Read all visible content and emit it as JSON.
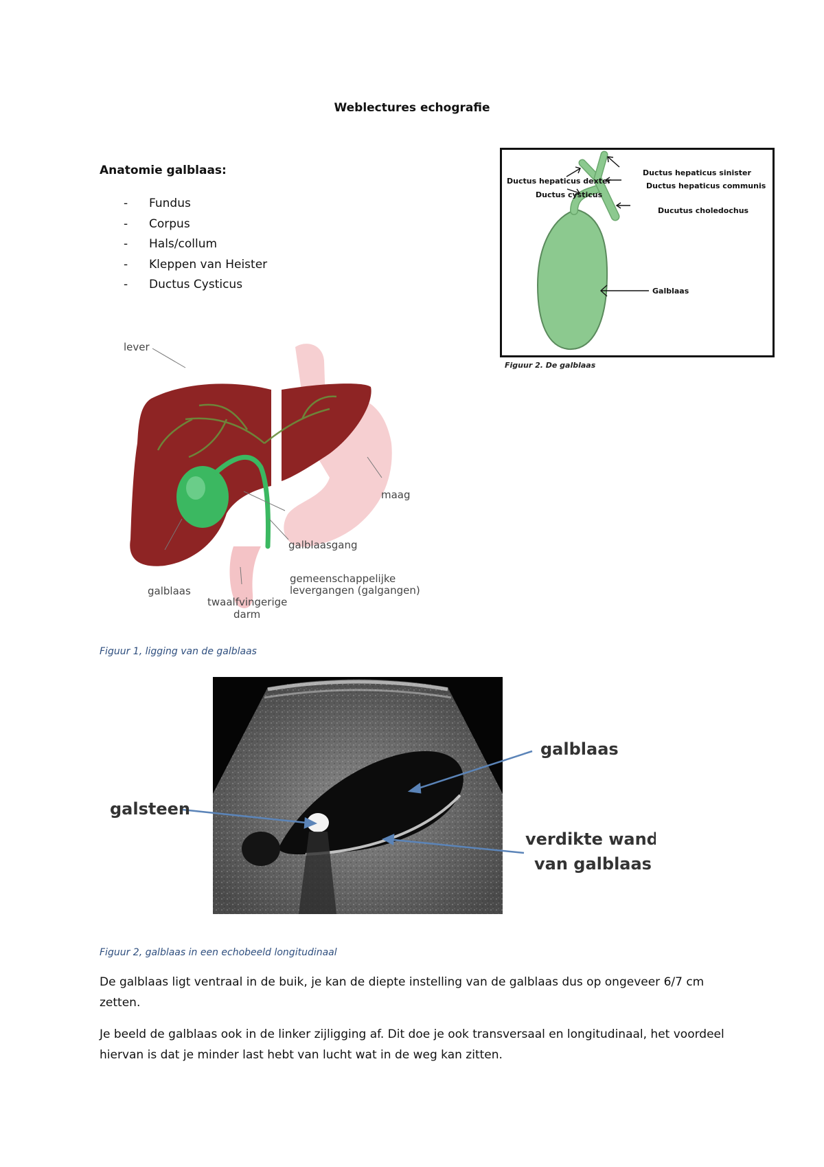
{
  "document": {
    "title": "Weblectures echografie",
    "section_heading": "Anatomie galblaas:",
    "bullet_dash": "-",
    "bullets": [
      "Fundus",
      "Corpus",
      "Hals/collum",
      "Kleppen van Heister",
      "Ductus Cysticus"
    ],
    "figure_liver": {
      "labels": {
        "lever": "lever",
        "maag": "maag",
        "galblaasgang": "galblaasgang",
        "gemeenschappelijke_1": "gemeenschappelijke",
        "gemeenschappelijke_2": "levergangen (galgangen)",
        "galblaas": "galblaas",
        "twaalf_1": "twaalfvingerige",
        "twaalf_2": "darm"
      },
      "caption": "Figuur 1, ligging van de galblaas"
    },
    "figure_duct": {
      "labels": {
        "hep_dexter": "Ductus hepaticus dexter",
        "cysticus": "Ductus cysticus",
        "hep_sinister": "Ductus hepaticus sinister",
        "hep_communis": "Ductus hepaticus communis",
        "choledochus": "Ducutus choledochus",
        "galblaas": "Galblaas"
      },
      "caption": "Figuur 2. De galblaas"
    },
    "figure_echo": {
      "labels": {
        "galblaas": "galblaas",
        "galsteen": "galsteen",
        "wand_1": "verdikte wand",
        "wand_2": "van galblaas"
      },
      "caption": "Figuur 2, galblaas in een echobeeld longitudinaal"
    },
    "paragraphs": [
      "De galblaas ligt ventraal in de buik, je kan de diepte instelling van de galblaas dus op ongeveer 6/7 cm zetten.",
      "Je beeld de galblaas ook in de linker zijligging af. Dit doe je ook transversaal en longitudinaal, het voordeel hiervan is dat je minder last hebt van lucht wat in de weg kan zitten."
    ],
    "colors": {
      "liver": "#8e2424",
      "gallbladder": "#3bb861",
      "duct_green": "#8cc98f",
      "stomach": "#f6cfd1",
      "caption_blue": "#2e4e7e",
      "arrow_blue": "#5b84b8"
    }
  }
}
